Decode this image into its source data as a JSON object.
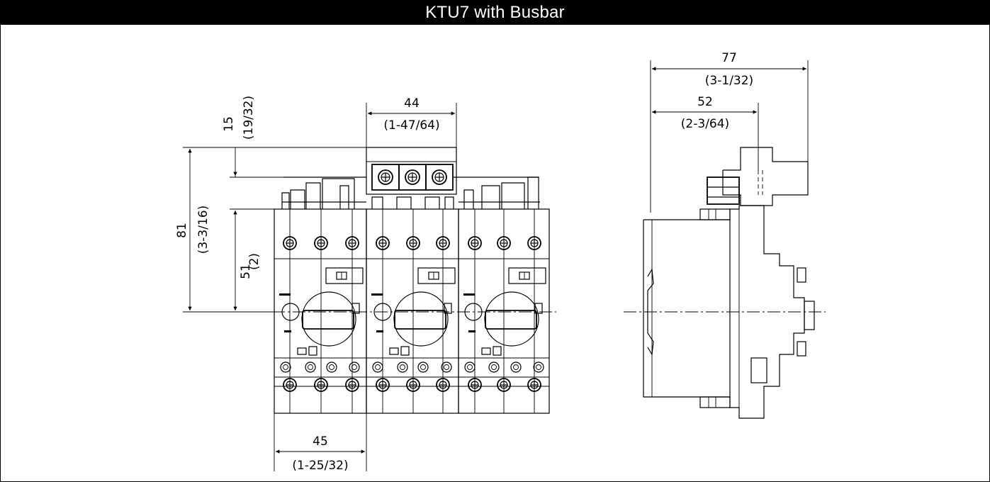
{
  "title": "KTU7 with Busbar",
  "dimensions": {
    "front_top_mm": "44",
    "front_top_in": "(1-47/64)",
    "front_bottom_mm": "45",
    "front_bottom_in": "(1-25/32)",
    "left_15_mm": "15",
    "left_15_in": "(19/32)",
    "left_81_mm": "81",
    "left_81_in": "(3-3/16)",
    "left_51_mm": "51",
    "left_51_in": "(2)",
    "side_77_mm": "77",
    "side_77_in": "(3-1/32)",
    "side_52_mm": "52",
    "side_52_in": "(2-3/64)"
  }
}
